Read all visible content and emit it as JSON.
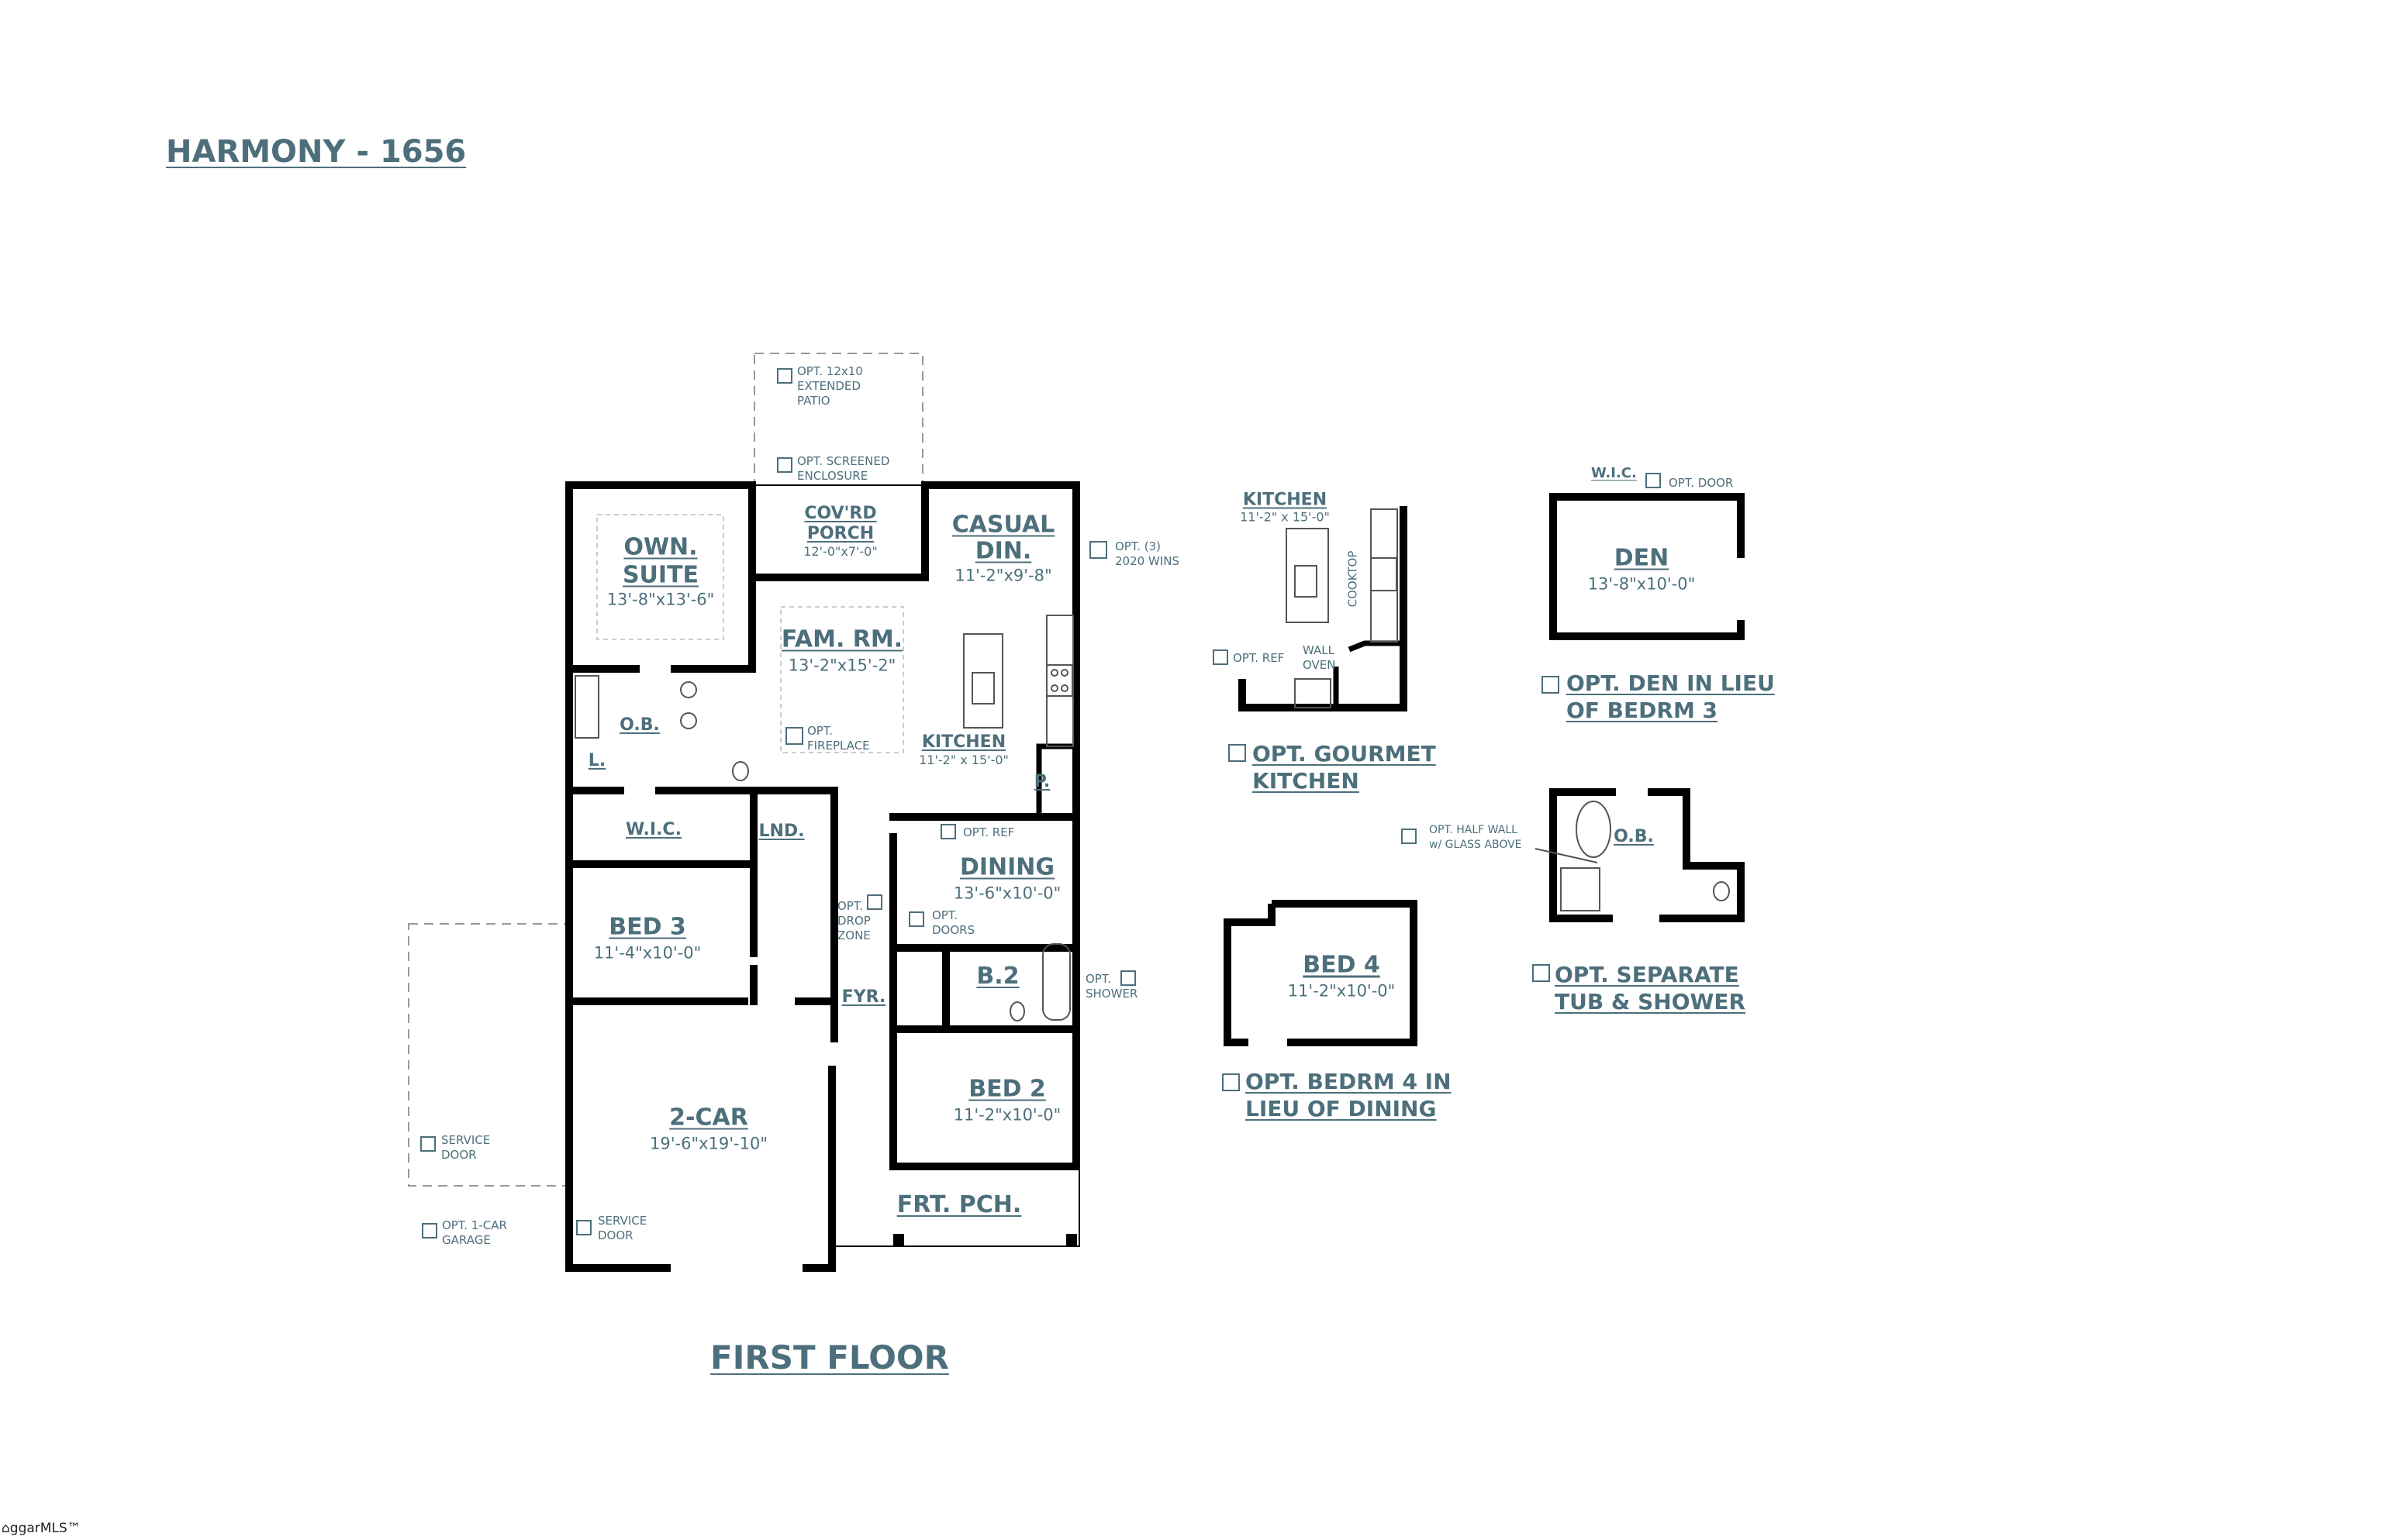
{
  "title": "HARMONY - 1656",
  "floor_label": "FIRST FLOOR",
  "watermark": "ggarMLS™",
  "colors": {
    "text": "#4d6f7c",
    "walls": "#000000"
  },
  "rooms": {
    "own_suite": {
      "name1": "OWN.",
      "name2": "SUITE",
      "dims": "13'-8\"x13'-6\""
    },
    "covrd_porch": {
      "name1": "COV'RD",
      "name2": "PORCH",
      "dims": "12'-0\"x7'-0\""
    },
    "casual_din": {
      "name1": "CASUAL",
      "name2": "DIN.",
      "dims": "11'-2\"x9'-8\""
    },
    "fam_rm": {
      "name": "FAM. RM.",
      "dims": "13'-2\"x15'-2\""
    },
    "kitchen": {
      "name": "KITCHEN",
      "dims": "11'-2\" x 15'-0\""
    },
    "ob": {
      "name": "O.B."
    },
    "l": {
      "name": "L."
    },
    "p": {
      "name": "P."
    },
    "wic": {
      "name": "W.I.C."
    },
    "lnd": {
      "name": "LND."
    },
    "dining": {
      "name": "DINING",
      "dims": "13'-6\"x10'-0\""
    },
    "bed3": {
      "name": "BED 3",
      "dims": "11'-4\"x10'-0\""
    },
    "b2": {
      "name": "B.2"
    },
    "fyr": {
      "name": "FYR."
    },
    "bed2": {
      "name": "BED 2",
      "dims": "11'-2\"x10'-0\""
    },
    "garage": {
      "name": "2-CAR",
      "dims": "19'-6\"x19'-10\""
    },
    "frt_pch": {
      "name": "FRT. PCH."
    }
  },
  "options": {
    "extended_patio": [
      "OPT. 12x10",
      "EXTENDED",
      "PATIO"
    ],
    "screened": [
      "OPT. SCREENED",
      "ENCLOSURE"
    ],
    "wins": [
      "OPT. (3)",
      "2020 WINS"
    ],
    "fireplace": [
      "OPT.",
      "FIREPLACE"
    ],
    "ref": "OPT. REF",
    "doors": [
      "OPT.",
      "DOORS"
    ],
    "drop_zone": [
      "OPT.",
      "DROP",
      "ZONE"
    ],
    "shower": [
      "OPT.",
      "SHOWER"
    ],
    "service_door_opt": [
      "SERVICE",
      "DOOR"
    ],
    "service_door": [
      "SERVICE",
      "DOOR"
    ],
    "one_car": [
      "OPT. 1-CAR",
      "GARAGE"
    ]
  },
  "alt_plans": {
    "gourmet": {
      "kitchen": "KITCHEN",
      "dims": "11'-2\" x 15'-0\"",
      "cooktop": "COOKTOP",
      "wall_oven": [
        "WALL",
        "OVEN"
      ],
      "opt_ref": "OPT. REF",
      "title": [
        "OPT. GOURMET",
        "KITCHEN"
      ]
    },
    "den": {
      "wic": "W.I.C.",
      "opt_door": "OPT. DOOR",
      "name": "DEN",
      "dims": "13'-8\"x10'-0\"",
      "title": [
        "OPT. DEN IN LIEU",
        "OF BEDRM 3"
      ]
    },
    "tub": {
      "half_wall": [
        "OPT. HALF WALL",
        "w/ GLASS ABOVE"
      ],
      "ob": "O.B.",
      "title": [
        "OPT. SEPARATE",
        "TUB & SHOWER"
      ]
    },
    "bed4": {
      "name": "BED 4",
      "dims": "11'-2\"x10'-0\"",
      "title": [
        "OPT. BEDRM 4 IN",
        "LIEU OF DINING"
      ]
    }
  }
}
